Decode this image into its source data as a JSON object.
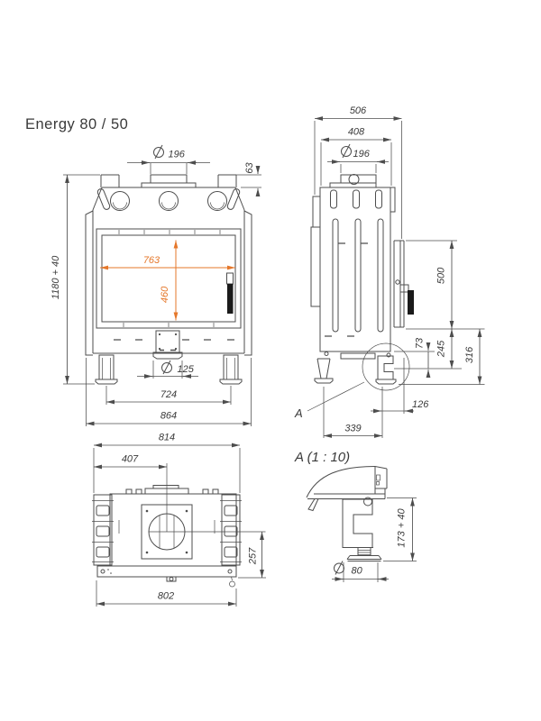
{
  "title": "Energy 80 / 50",
  "symbols": {
    "diameter": "∅"
  },
  "colors": {
    "line": "#4d4d4d",
    "text": "#3a3a3a",
    "accent": "#e5772a",
    "handle": "#1a1a1a",
    "background": "#ffffff"
  },
  "front_view": {
    "flue_diameter": "196",
    "collar_height": "63",
    "overall_height": "1180 + 40",
    "glass_width": "763",
    "glass_height": "460",
    "intake_diameter": "125",
    "feet_spacing": "724",
    "overall_width": "864"
  },
  "side_view": {
    "overall_depth": "506",
    "body_depth": "408",
    "flue_diameter": "196",
    "glass_height_side": "500",
    "flange_height": "73",
    "lower_height": "245",
    "base_height": "316",
    "front_offset": "126",
    "feet_spacing": "339",
    "detail_label": "A"
  },
  "top_view": {
    "overall_width": "814",
    "flue_center_offset": "407",
    "flue_center_to_back": "257",
    "front_width": "802"
  },
  "detail_view": {
    "title": "A (1 : 10)",
    "leg_height": "173 + 40",
    "foot_diameter": "80"
  }
}
